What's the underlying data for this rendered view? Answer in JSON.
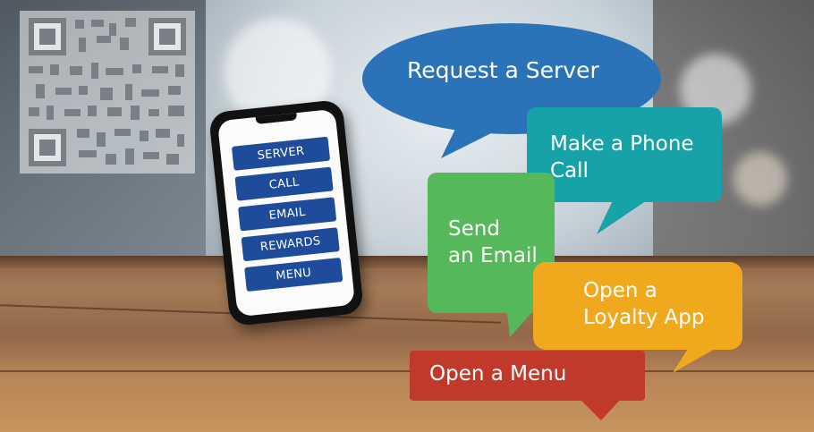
{
  "phone": {
    "buttons": [
      "SERVER",
      "CALL",
      "EMAIL",
      "REWARDS",
      "MENU"
    ]
  },
  "bubbles": {
    "server": {
      "text": "Request a Server",
      "color": "#2a73b8"
    },
    "phone": {
      "line1": "Make a Phone",
      "line2": "Call",
      "color": "#17a2a8"
    },
    "email": {
      "line1": "Send",
      "line2": "an Email",
      "color": "#55b85a"
    },
    "loyalty": {
      "line1": "Open a",
      "line2": "Loyalty App",
      "color": "#f0a81c"
    },
    "menu": {
      "text": "Open a Menu",
      "color": "#c0392b"
    }
  },
  "qr_code": {
    "icon": "qr-code-icon"
  }
}
